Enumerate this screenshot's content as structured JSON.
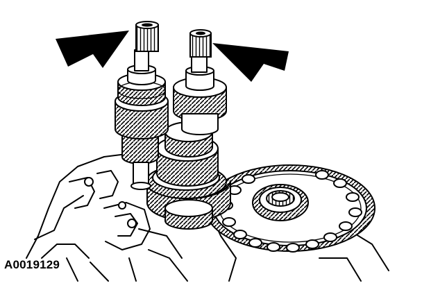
{
  "figure": {
    "code": "A0019129"
  },
  "colors": {
    "ink": "#000000",
    "paper": "#ffffff"
  },
  "callouts": [
    {
      "name": "left-arrow-icon",
      "target": "left-shaft-splined-end"
    },
    {
      "name": "right-arrow-icon",
      "target": "right-shaft-splined-end"
    }
  ]
}
